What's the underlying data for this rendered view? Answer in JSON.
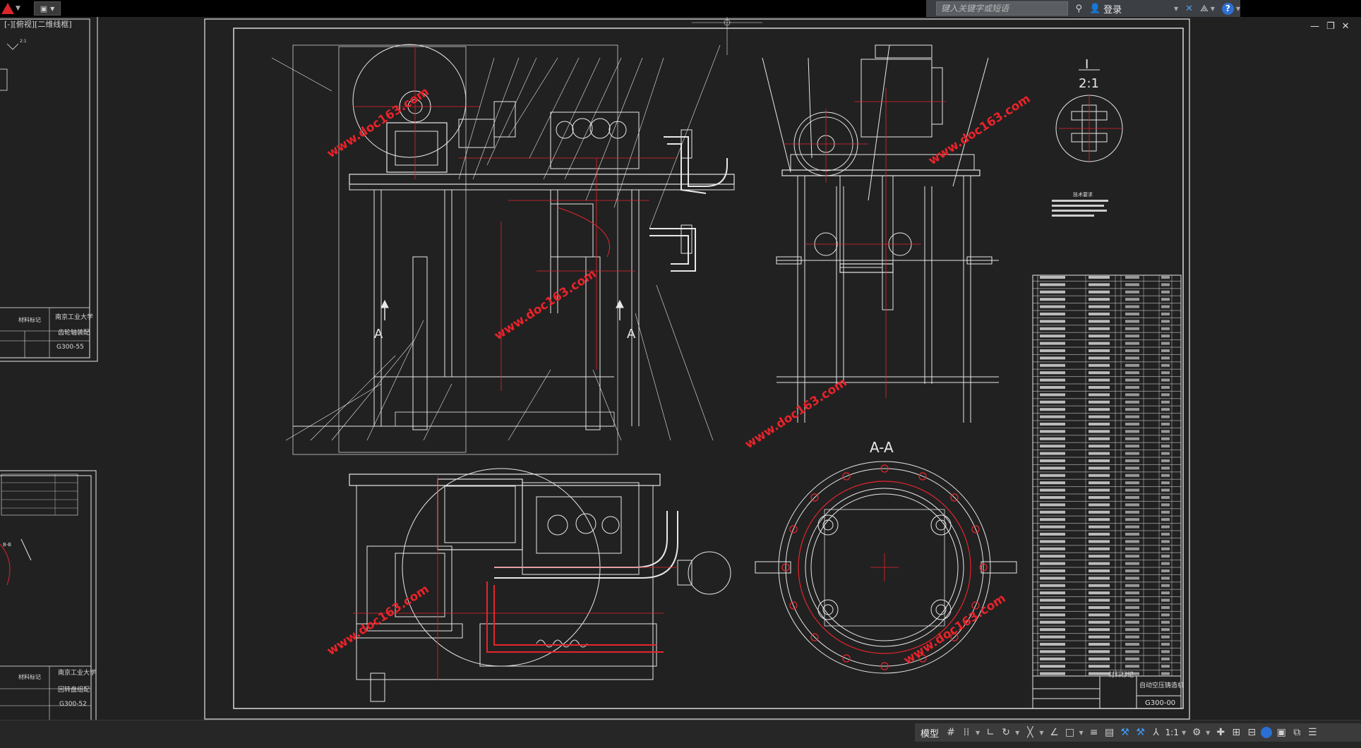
{
  "app": {
    "logo_letter": "A",
    "accent": "#d8262c"
  },
  "infocenter": {
    "search_placeholder": "键入关键字或短语",
    "signin_label": "登录"
  },
  "left_sheet_top": {
    "heading": "[-][俯视][二维线框]",
    "school": "南京工业大学",
    "title": "齿轮轴装配",
    "mark": "材料标记",
    "code": "G300-55",
    "scale": "2:1"
  },
  "left_sheet_bottom": {
    "school": "南京工业大学",
    "title": "回转盘组配",
    "mark": "材料标记",
    "code": "G300-52",
    "detail_label": "B-B"
  },
  "drawing": {
    "detail_label": "I",
    "detail_scale": "2:1",
    "section_label": "A-A",
    "section_mark": "A",
    "title_school": "材料标记",
    "title_name": "自动空压铸造机",
    "title_code": "G300-00",
    "watermark": "www.doc163.com",
    "tech_req_title": "技术要求"
  },
  "status": {
    "model_tab": "模型",
    "scale": "1:1"
  },
  "colors": {
    "line_white": "#e8e8e8",
    "line_red": "#e5252c",
    "watermark_red": "#e8232a",
    "bg": "#212121"
  }
}
